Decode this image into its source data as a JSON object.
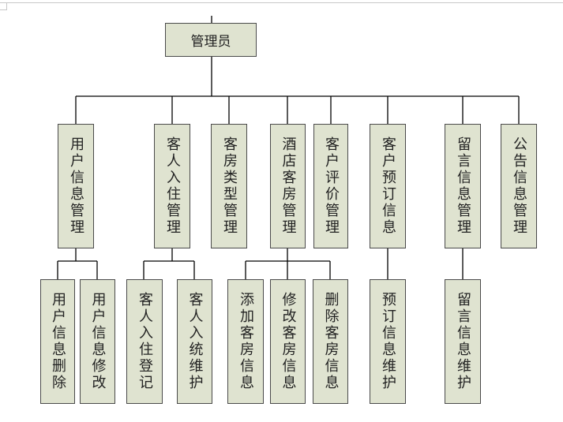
{
  "colors": {
    "node_fill": "#dfe3d0",
    "node_border": "#4a4a4a",
    "line": "#000000"
  },
  "root": "管理员",
  "modules": [
    {
      "label": "用户信息管理",
      "children": [
        "用户信息删除",
        "用户信息修改"
      ]
    },
    {
      "label": "客人入住管理",
      "children": [
        "客人入住登记",
        "客人入统维护"
      ]
    },
    {
      "label": "客房类型管理",
      "children": []
    },
    {
      "label": "酒店客房管理",
      "children": [
        "添加客房信息",
        "修改客房信息",
        "删除客房信息"
      ]
    },
    {
      "label": "客户评价管理",
      "children": []
    },
    {
      "label": "客户预订信息",
      "children": [
        "预订信息维护"
      ]
    },
    {
      "label": "留言信息管理",
      "children": [
        "留言信息维护"
      ]
    },
    {
      "label": "公告信息管理",
      "children": []
    }
  ]
}
